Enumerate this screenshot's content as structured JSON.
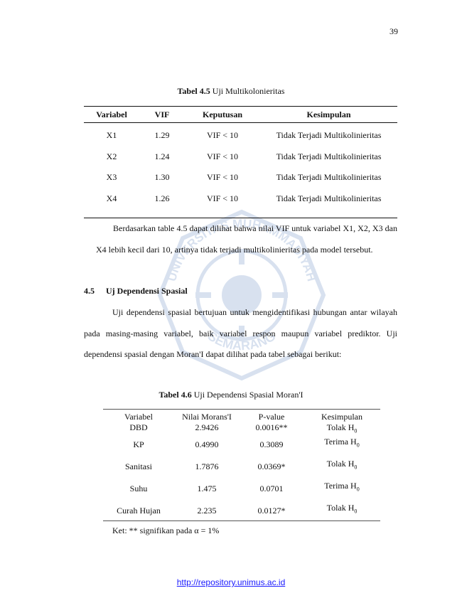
{
  "page_number": "39",
  "watermark": {
    "top_text": "UNIVERSITAS MUHAMMADIYAH",
    "bottom_text": "SEMARANG",
    "color": "#2b5ea8"
  },
  "table1": {
    "caption_label": "Tabel 4.5",
    "caption_title": "Uji Multikolonieritas",
    "headers": [
      "Variabel",
      "VIF",
      "Keputusan",
      "Kesimpulan"
    ],
    "rows": [
      [
        "X1",
        "1.29",
        "VIF < 10",
        "Tidak Terjadi Multikolinieritas"
      ],
      [
        "X2",
        "1.24",
        "VIF < 10",
        "Tidak Terjadi Multikolinieritas"
      ],
      [
        "X3",
        "1.30",
        "VIF < 10",
        "Tidak Terjadi Multikolinieritas"
      ],
      [
        "X4",
        "1.26",
        "VIF < 10",
        "Tidak Terjadi Multikolinieritas"
      ]
    ]
  },
  "paragraph1": "Berdasarkan table 4.5 dapat dilihat bahwa nilai VIF untuk variabel X1, X2, X3 dan X4 lebih kecil dari 10, artinya tidak terjadi multikolinieritas pada model tersebut.",
  "section": {
    "number": "4.5",
    "title": "Uj Dependensi Spasial"
  },
  "paragraph2": "Uji dependensi spasial bertujuan untuk mengidentifikasi hubungan antar wilayah pada masing-masing variabel, baik variabel respon maupun variabel prediktor. Uji dependensi spasial dengan Moran'I dapat dilihat pada tabel sebagai berikut:",
  "table2": {
    "caption_label": "Tabel 4.6",
    "caption_title": "Uji Dependensi Spasial Moran'I",
    "headers": [
      "Variabel",
      "Nilai Morans'I",
      "P-value",
      "Kesimpulan"
    ],
    "rows": [
      {
        "var": "DBD",
        "moran": "2.9426",
        "p": "0.0016**",
        "kes": "Tolak H",
        "sub": "0"
      },
      {
        "var": "KP",
        "moran": "0.4990",
        "p": "0.3089",
        "kes": "Terima H",
        "sub": "0"
      },
      {
        "var": "Sanitasi",
        "moran": "1.7876",
        "p": "0.0369*",
        "kes": "Tolak H",
        "sub": "0"
      },
      {
        "var": "Suhu",
        "moran": "1.475",
        "p": "0.0701",
        "kes": "Terima H",
        "sub": "0"
      },
      {
        "var": "Curah Hujan",
        "moran": "2.235",
        "p": "0.0127*",
        "kes": "Tolak H",
        "sub": "0"
      }
    ],
    "note": "Ket: ** signifikan pada α = 1%"
  },
  "footer_url": "http://repository.unimus.ac.id"
}
